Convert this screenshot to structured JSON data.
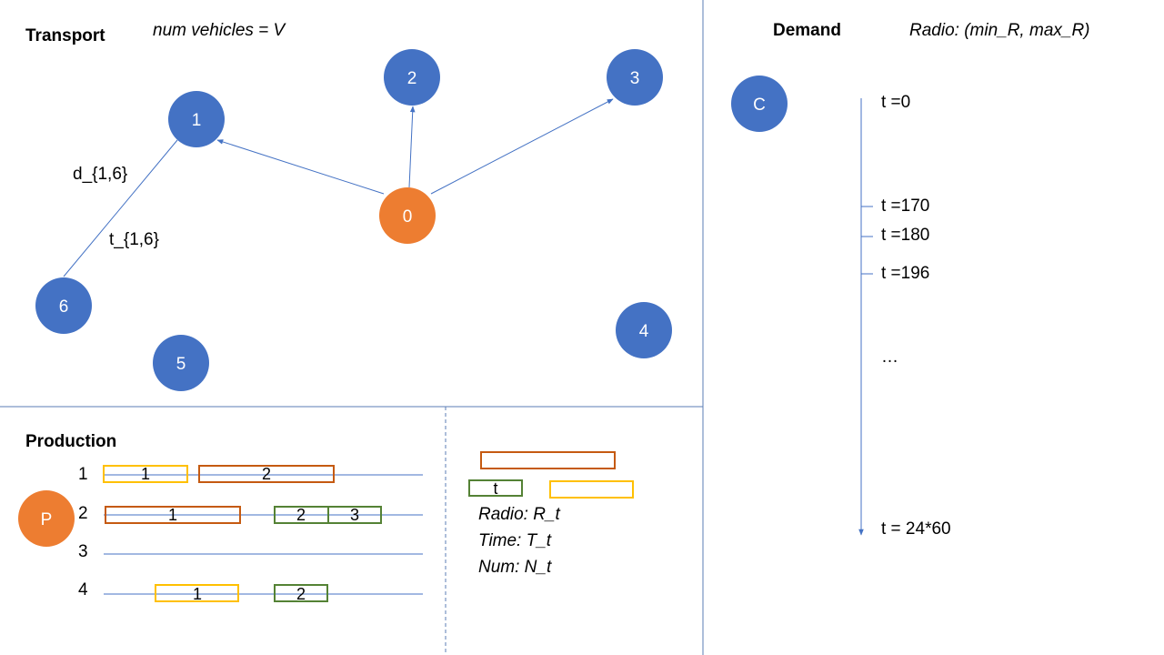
{
  "colors": {
    "node_blue": "#4472C4",
    "node_orange": "#ED7D31",
    "edge_blue": "#4472C4",
    "divider": "#5B7DB5",
    "bar_yellow": "#FFC000",
    "bar_brown": "#C55A11",
    "bar_green": "#548235"
  },
  "transport": {
    "title": "Transport",
    "subtitle": "num vehicles = V",
    "nodes": [
      {
        "id": "0",
        "color": "orange"
      },
      {
        "id": "1",
        "color": "blue"
      },
      {
        "id": "2",
        "color": "blue"
      },
      {
        "id": "3",
        "color": "blue"
      },
      {
        "id": "4",
        "color": "blue"
      },
      {
        "id": "5",
        "color": "blue"
      },
      {
        "id": "6",
        "color": "blue"
      }
    ],
    "edges": [
      {
        "from": "0",
        "to": "1",
        "arrow": true
      },
      {
        "from": "0",
        "to": "2",
        "arrow": true
      },
      {
        "from": "0",
        "to": "3",
        "arrow": true
      },
      {
        "from": "6",
        "to": "1",
        "arrow": false
      }
    ],
    "edge_labels": {
      "distance": "d_{1,6}",
      "time": "t_{1,6}"
    }
  },
  "demand": {
    "title": "Demand",
    "subtitle": "Radio: (min_R, max_R)",
    "node_label": "C",
    "timeline": [
      {
        "label": "t =0",
        "tick": false
      },
      {
        "label": "t =170",
        "tick": true
      },
      {
        "label": "t =180",
        "tick": true
      },
      {
        "label": "t =196",
        "tick": true
      },
      {
        "label": "…",
        "tick": false
      },
      {
        "label": "t = 24*60",
        "tick": false
      }
    ]
  },
  "production": {
    "title": "Production",
    "node_label": "P",
    "lines": [
      {
        "label": "1",
        "bars": [
          {
            "label": "1",
            "color": "yellow"
          },
          {
            "label": "2",
            "color": "brown"
          }
        ]
      },
      {
        "label": "2",
        "bars": [
          {
            "label": "1",
            "color": "brown"
          },
          {
            "label": "2",
            "color": "green"
          },
          {
            "label": "3",
            "color": "green"
          }
        ]
      },
      {
        "label": "3",
        "bars": []
      },
      {
        "label": "4",
        "bars": [
          {
            "label": "1",
            "color": "yellow"
          },
          {
            "label": "2",
            "color": "green"
          }
        ]
      }
    ]
  },
  "legend": {
    "task_label": "t",
    "radio": "Radio: R_t",
    "time": "Time: T_t",
    "num": "Num: N_t"
  }
}
